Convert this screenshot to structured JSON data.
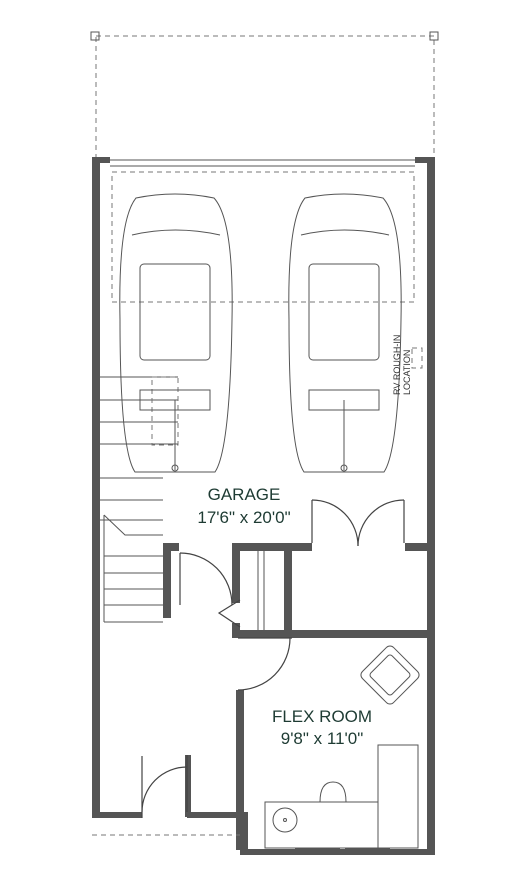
{
  "rooms": {
    "garage": {
      "name": "GARAGE",
      "dimensions": "17'6\" x 20'0\""
    },
    "flex_room": {
      "name": "FLEX ROOM",
      "dimensions": "9'8\" x 11'0\""
    }
  },
  "notes": {
    "rough_in_line1": "RV ROUGH-IN",
    "rough_in_line2": "LOCATION"
  },
  "colors": {
    "label": "#1e3b33",
    "wall": "#555555"
  }
}
